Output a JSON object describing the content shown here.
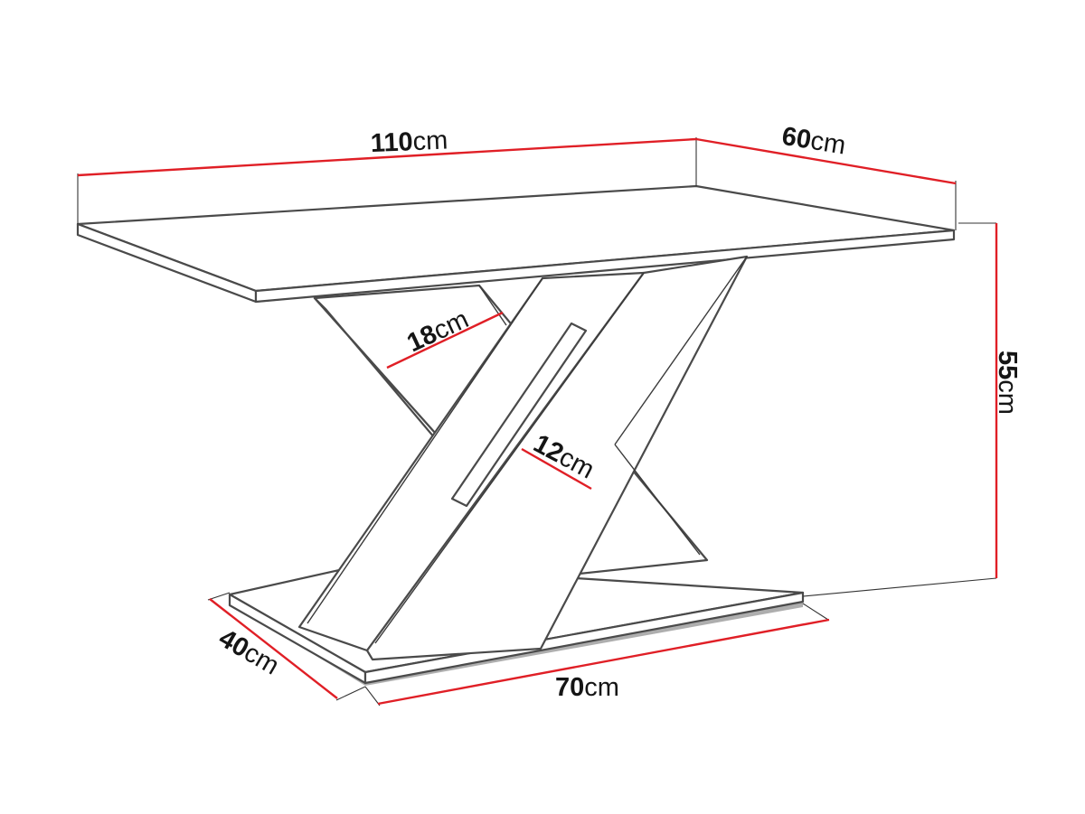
{
  "dimensions": {
    "top_length": {
      "value": "110",
      "unit": "cm"
    },
    "top_depth": {
      "value": "60",
      "unit": "cm"
    },
    "height": {
      "value": "55",
      "unit": "cm"
    },
    "leg_width": {
      "value": "18",
      "unit": "cm"
    },
    "leg_thickness": {
      "value": "12",
      "unit": "cm"
    },
    "base_length": {
      "value": "70",
      "unit": "cm"
    },
    "base_depth": {
      "value": "40",
      "unit": "cm"
    }
  },
  "colors": {
    "dimension_line": "#e01f26",
    "outline": "#4a4a4a"
  }
}
